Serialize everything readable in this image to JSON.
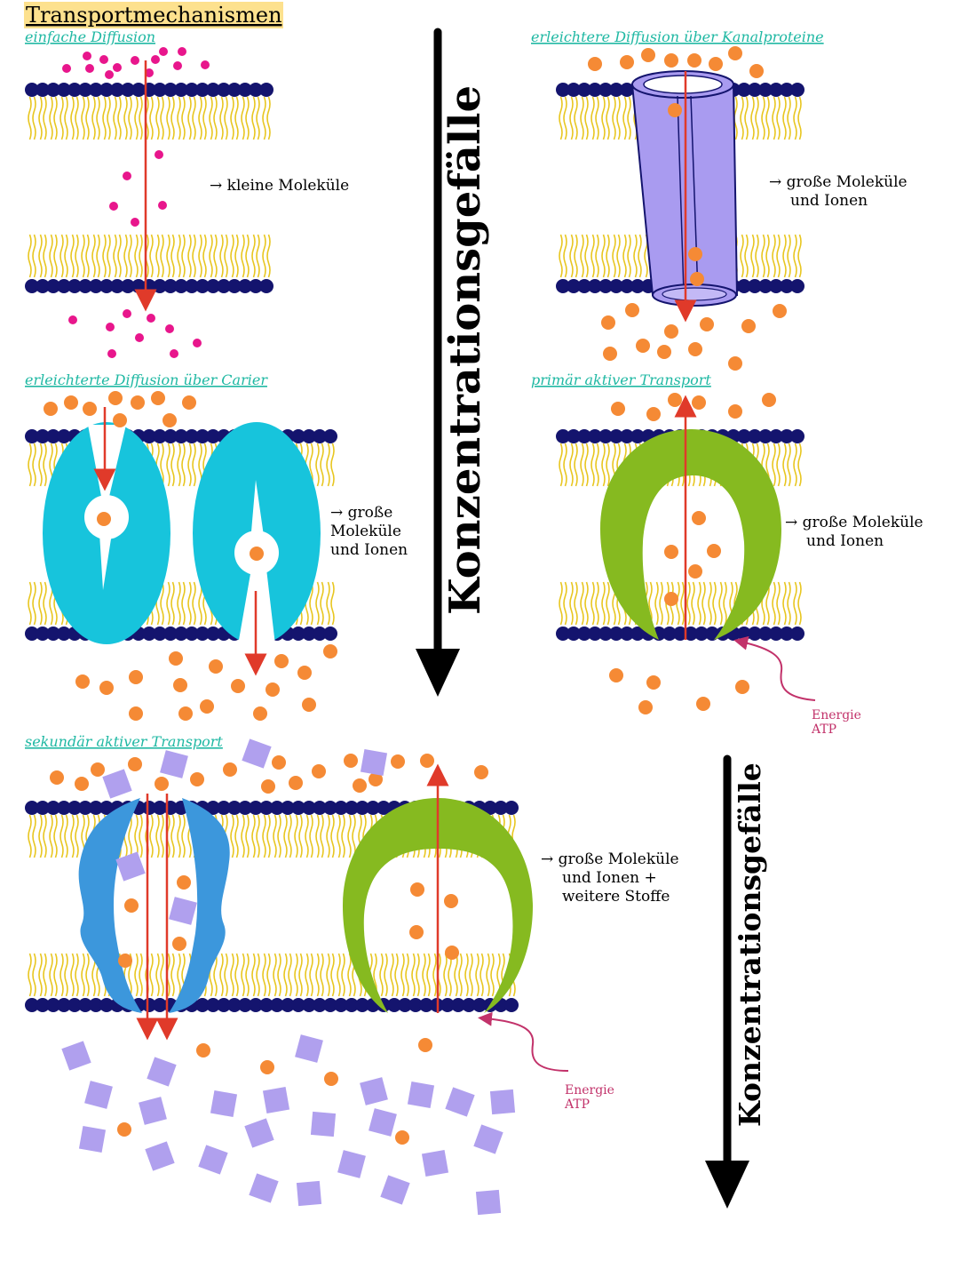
{
  "title": "Transportmechanismen",
  "gradient_label": "Konzentrationsgefälle",
  "colors": {
    "head": "#14146e",
    "tail": "#e8c620",
    "ion": "#f58a35",
    "small": "#e8168c",
    "arrow": "#e03a2a",
    "channel": "#a99bf0",
    "carrier": "#17c4dc",
    "pump": "#86ba20",
    "cotransporter": "#3c97dc",
    "cube": "#b0a0ee",
    "energy": "#c2326a",
    "title_bg": "#fde18e",
    "subtitle": "#1fb8a3"
  },
  "sections": {
    "simple": {
      "subtitle": "einfache Diffusion",
      "label": [
        "→ kleine Moleküle"
      ]
    },
    "channel": {
      "subtitle": "erleichtere Diffusion über Kanalproteine",
      "label": [
        "→ große Moleküle",
        "und Ionen"
      ]
    },
    "carrier": {
      "subtitle": "erleichterte Diffusion über Carier",
      "label": [
        "→ große",
        "Moleküle",
        "und Ionen"
      ]
    },
    "primary": {
      "subtitle": "primär aktiver Transport",
      "label": [
        "→ große Moleküle",
        "und Ionen"
      ],
      "energy": [
        "Energie",
        "ATP"
      ]
    },
    "secondary": {
      "subtitle": "sekundär aktiver Transport",
      "label": [
        "→ große Moleküle",
        "und Ionen +",
        "weitere Stoffe"
      ],
      "energy": [
        "Energie",
        "ATP"
      ]
    }
  }
}
